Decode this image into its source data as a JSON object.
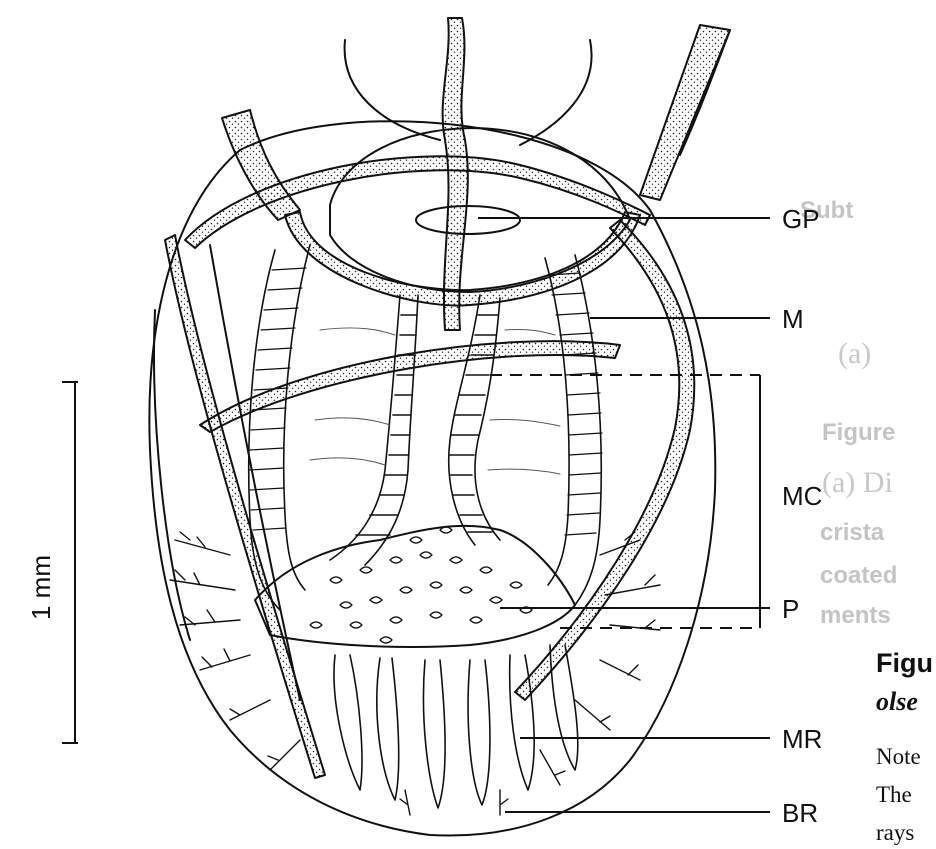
{
  "labels": {
    "gp": "GP",
    "m": "M",
    "mc": "MC",
    "p": "P",
    "mr": "MR",
    "br": "BR"
  },
  "scale_bar": {
    "label": "1 mm"
  },
  "caption_fragment": {
    "line1": "Figu",
    "line2": "olse",
    "line3": "Note",
    "line4": "The",
    "line5": "rays"
  },
  "bleed_through": {
    "line_a": "Subt",
    "line_b": "(a)",
    "line_c": "Figure",
    "line_d": "(a) Di",
    "line_e": "crista",
    "line_f": "coated",
    "line_g": "ments"
  },
  "colors": {
    "ink": "#111111",
    "stipple": "#222222",
    "paper": "#ffffff",
    "bleed": "#c8c8c8"
  }
}
